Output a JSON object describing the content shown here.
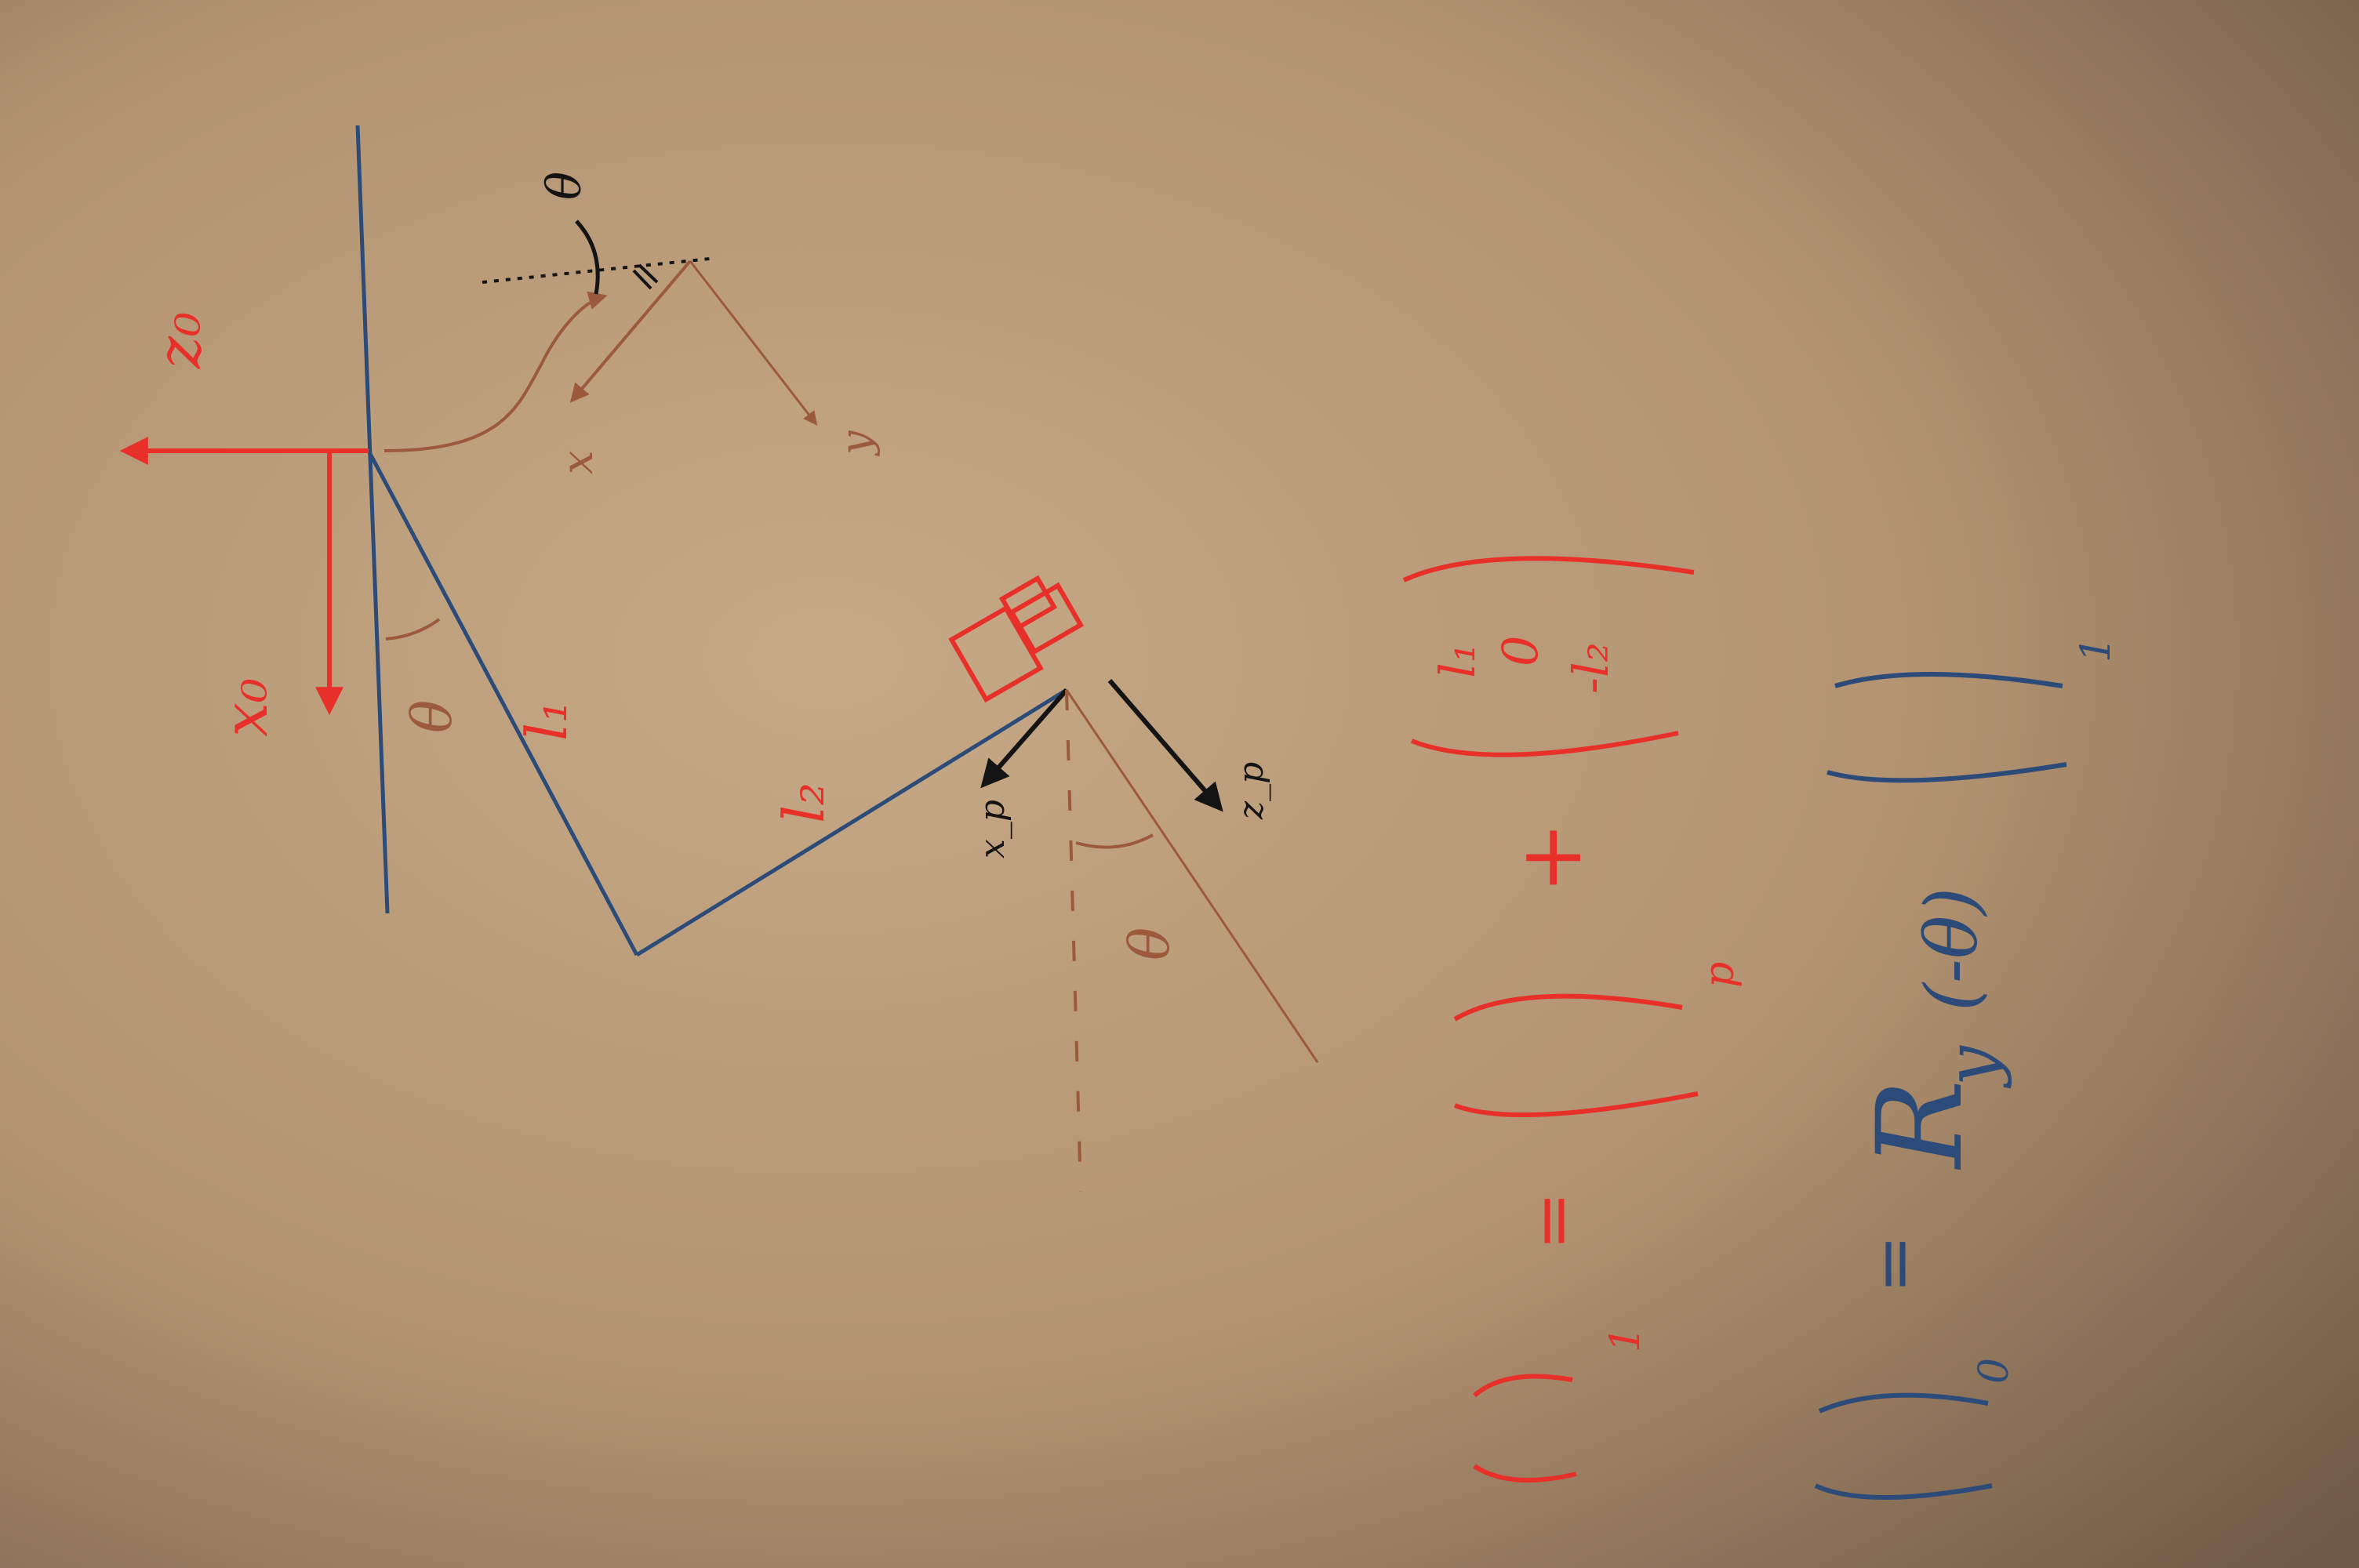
{
  "scene": {
    "subject": "whiteboard",
    "colors": {
      "board_light": "#c2a482",
      "board_mid": "#a98a68",
      "board_dark": "#6f5a46",
      "red_marker": "#e8302a",
      "blue_marker": "#2c4b78",
      "black_marker": "#141414",
      "brown_pencil": "#9c5a3c"
    }
  },
  "labels": {
    "z0": "z₀",
    "x0": "x₀",
    "theta_base": "θ",
    "l1": "l₁",
    "l2": "l₂",
    "theta_tool": "θ",
    "theta_top": "θ",
    "x_top": "x",
    "y_top": "y",
    "x_p": "x_p",
    "z_p": "z_p"
  },
  "equations": {
    "line1": {
      "lhs_subscript": "1",
      "equals": "=",
      "paren_subscript": "p",
      "plus": "+",
      "vec_top": "l₁",
      "vec_mid": "0",
      "vec_bottom": "-l₂"
    },
    "line2": {
      "lhs_subscript": "0",
      "equals": "=",
      "rotation": "R",
      "rotation_subscript": "y",
      "rotation_arg": "(-θ)",
      "paren_subscript": "1"
    }
  }
}
